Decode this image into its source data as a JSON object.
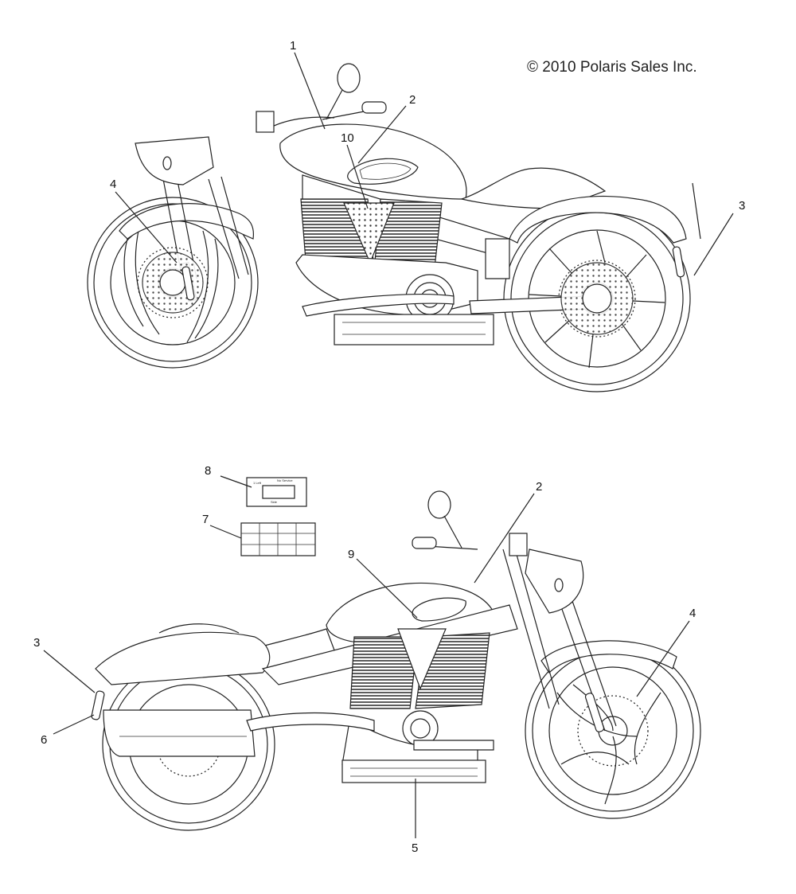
{
  "copyright": "© 2010 Polaris Sales Inc.",
  "callouts": [
    "1",
    "2",
    "3",
    "4",
    "10",
    "8",
    "7",
    "2",
    "9",
    "4",
    "3",
    "6",
    "5"
  ]
}
